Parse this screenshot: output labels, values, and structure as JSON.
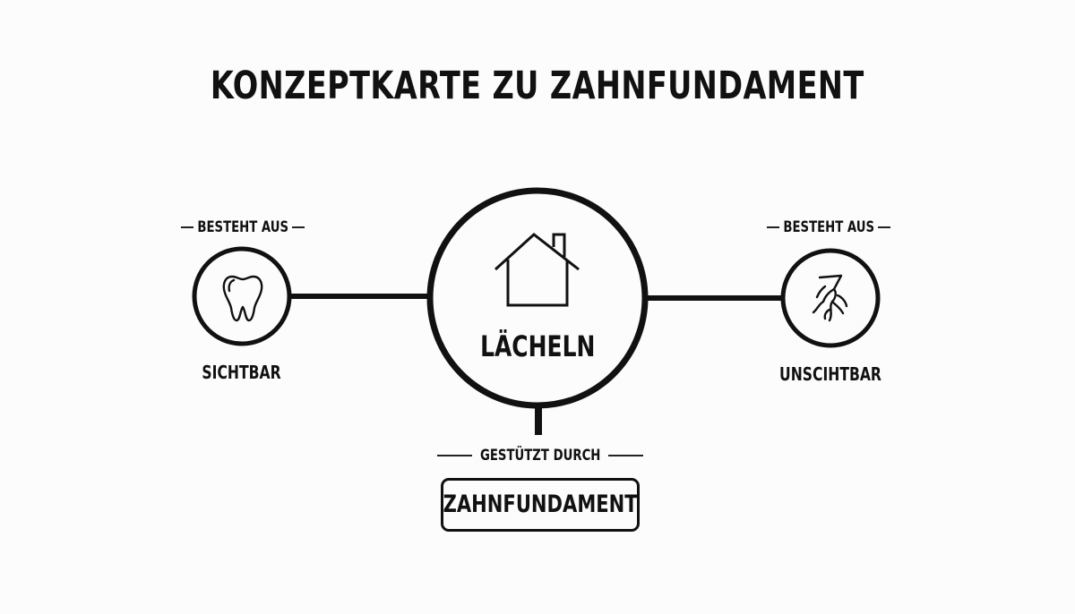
{
  "title": "KONZEPTKARTE ZU ZAHNFUNDAMENT",
  "center": {
    "label": "LÄCHELN",
    "icon": "house-icon"
  },
  "left": {
    "relation": "BESTEHT AUS",
    "label": "SICHTBAR",
    "icon": "tooth-icon"
  },
  "right": {
    "relation": "BESTEHT AUS",
    "label": "UNSCIHTBAR",
    "icon": "tooth-root-icon"
  },
  "bottom": {
    "relation": "GESTÜTZT DURCH",
    "label": "ZAHNFUNDAMENT"
  },
  "colors": {
    "stroke": "#111111",
    "background": "#fcfcfc"
  }
}
